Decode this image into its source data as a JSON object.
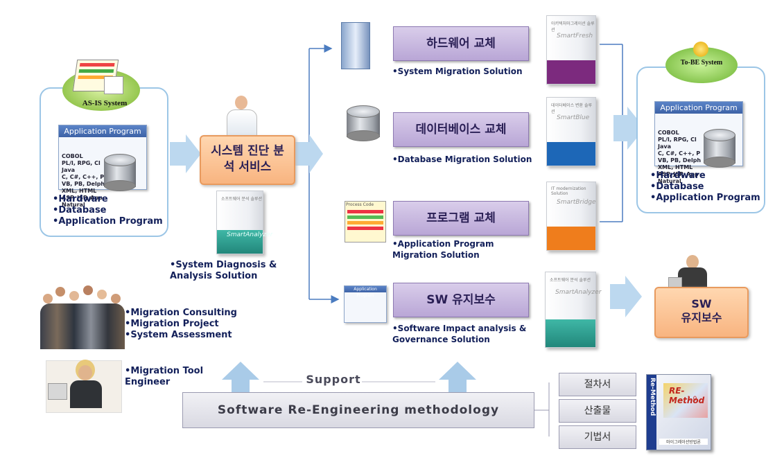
{
  "asis": {
    "label": "AS-IS System",
    "app_header": "Application Program",
    "languages": [
      "COBOL",
      "PL/I, RPG, Cl",
      "Java",
      "C, C#, C++, P",
      "VB, PB, Delph",
      "XML, HTML",
      "ASP, JSP, App",
      "Natural"
    ],
    "items": [
      "Hardware",
      "Database",
      "Application Program"
    ]
  },
  "diagnosis": {
    "title": "시스템 진단 분석 서비스",
    "product_korean": "소프트웨어 분석 솔루션",
    "product_brand": "SmartAnalyzer",
    "caption": "System Diagnosis & Analysis Solution"
  },
  "solutions": [
    {
      "title": "하드웨어 교체",
      "caption": "System Migration Solution",
      "product_korean": "아키텍처마그레이션 솔루션",
      "product_brand": "SmartFresh",
      "stripe_color": "#7c2a7e"
    },
    {
      "title": "데이터베이스 교체",
      "caption": "Database Migration Solution",
      "product_korean": "데이터베이스 변환 솔루션",
      "product_brand": "SmartBlue",
      "stripe_color": "#1d67b7"
    },
    {
      "title": "프로그램 교체",
      "caption": "Application Program Migration Solution",
      "product_korean": "IT modernization Solution",
      "product_brand": "SmartBridge",
      "stripe_color": "#ef7d1c"
    },
    {
      "title": "SW 유지보수",
      "caption": "Software Impact analysis & Governance Solution",
      "product_korean": "소프트웨어 분석 솔루션",
      "product_brand": "SmartAnalyzer",
      "stripe_color": "#2aa394"
    }
  ],
  "program_icon_label": "Process Code",
  "tobe": {
    "label": "To-BE System",
    "app_header": "Application Program",
    "languages": [
      "COBOL",
      "PL/I, RPG, Cl",
      "Java",
      "C, C#, C++, P",
      "VB, PB, Delph",
      "XML, HTML",
      "ASP, JSP, App",
      "Natural"
    ],
    "items": [
      "Hardware",
      "Database",
      "Application Program"
    ]
  },
  "sw_maintenance": {
    "line1": "SW",
    "line2": "유지보수"
  },
  "services": [
    "Migration Consulting",
    "Migration Project",
    "System Assessment"
  ],
  "tool_engineer": "Migration Tool Engineer",
  "support_label": "Support",
  "methodology": "Software Re-Engineering methodology",
  "method_items": [
    "절차서",
    "산출물",
    "기법서"
  ],
  "method_book": {
    "title": "RE-Method",
    "version": "1.0",
    "spine": "Re-Method",
    "publisher": "마이그레이션방법론"
  }
}
